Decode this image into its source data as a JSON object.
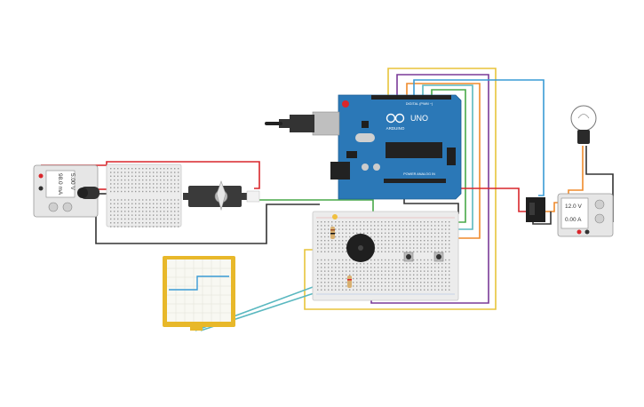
{
  "arduino": {
    "brand_text": "ARDUINO",
    "model_text": "UNO",
    "header_top_label": "DIGITAL (PWM ~)",
    "header_bottom_label": "POWER   ANALOG IN"
  },
  "power_supply_left": {
    "voltage_display": "5.00 V",
    "current_display": "98.0 mA"
  },
  "power_supply_right": {
    "voltage_display": "12.0 V",
    "current_display": "0.00 A"
  },
  "colors": {
    "arduino_board": "#2b78b7",
    "wire_red": "#d9262b",
    "wire_black": "#333333",
    "wire_green": "#48a848",
    "wire_yellow": "#e8c43a",
    "wire_orange": "#ef8a2b",
    "wire_purple": "#7a3a98",
    "wire_blue": "#3a9bd5",
    "wire_cyan": "#5ab8c0",
    "breadboard": "#ececec",
    "flex_sensor_border": "#e8b82a",
    "flex_sensor_fill": "#f8f8f2"
  },
  "icons": [
    "bulb-icon",
    "servo-icon",
    "buzzer-icon",
    "motor-icon",
    "relay-icon",
    "usb-connector-icon",
    "arduino-logo-icon"
  ]
}
